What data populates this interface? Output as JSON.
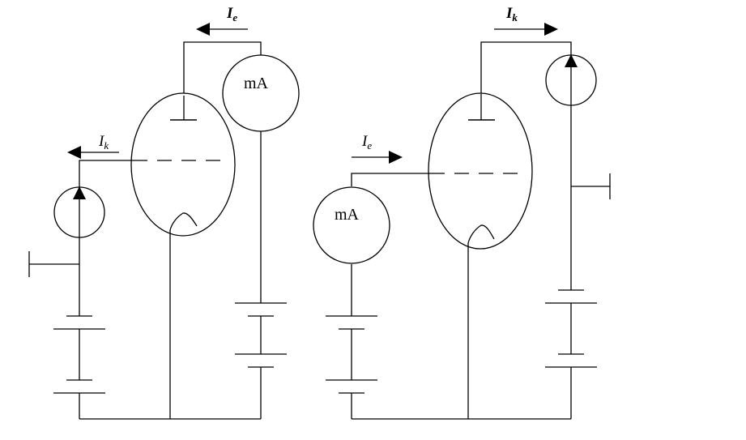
{
  "labels": {
    "left_top_current": {
      "main": "I",
      "sub": "e"
    },
    "left_grid_current": {
      "main": "I",
      "sub": "k"
    },
    "right_top_current": {
      "main": "I",
      "sub": "k"
    },
    "right_grid_current": {
      "main": "I",
      "sub": "e"
    },
    "left_meter": "mA",
    "right_meter": "mA"
  }
}
